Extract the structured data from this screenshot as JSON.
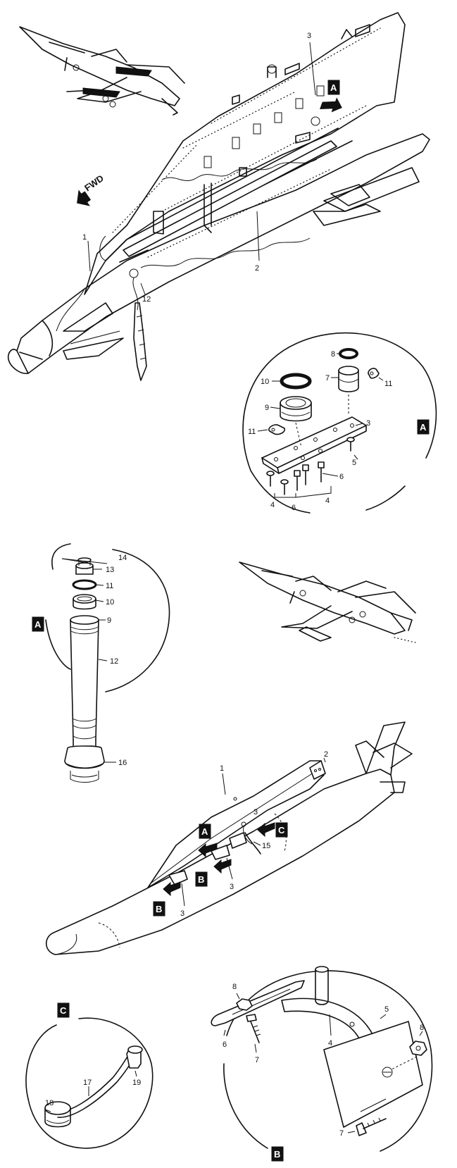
{
  "top_figure": {
    "direction_label": "FWD",
    "callouts": [
      "1",
      "2",
      "3",
      "12"
    ],
    "view_tag": "A"
  },
  "detail_a_top": {
    "tag": "A",
    "callouts": [
      "3",
      "4",
      "4",
      "5",
      "6",
      "6",
      "7",
      "8",
      "9",
      "10",
      "11",
      "11"
    ]
  },
  "detail_a_bottom": {
    "tag": "A",
    "callouts": [
      "14",
      "13",
      "11",
      "10",
      "9",
      "12",
      "16"
    ]
  },
  "bottom_figure": {
    "callouts": [
      "1",
      "2",
      "15",
      "3",
      "3",
      "3"
    ],
    "view_tags": [
      "A",
      "B",
      "B",
      "C"
    ]
  },
  "detail_b": {
    "tag": "B",
    "callouts": [
      "8",
      "6",
      "7",
      "4",
      "5",
      "8",
      "7"
    ]
  },
  "detail_c": {
    "tag": "C",
    "callouts": [
      "17",
      "18",
      "19"
    ]
  },
  "colors": {
    "ink": "#111111",
    "paper": "#ffffff"
  }
}
